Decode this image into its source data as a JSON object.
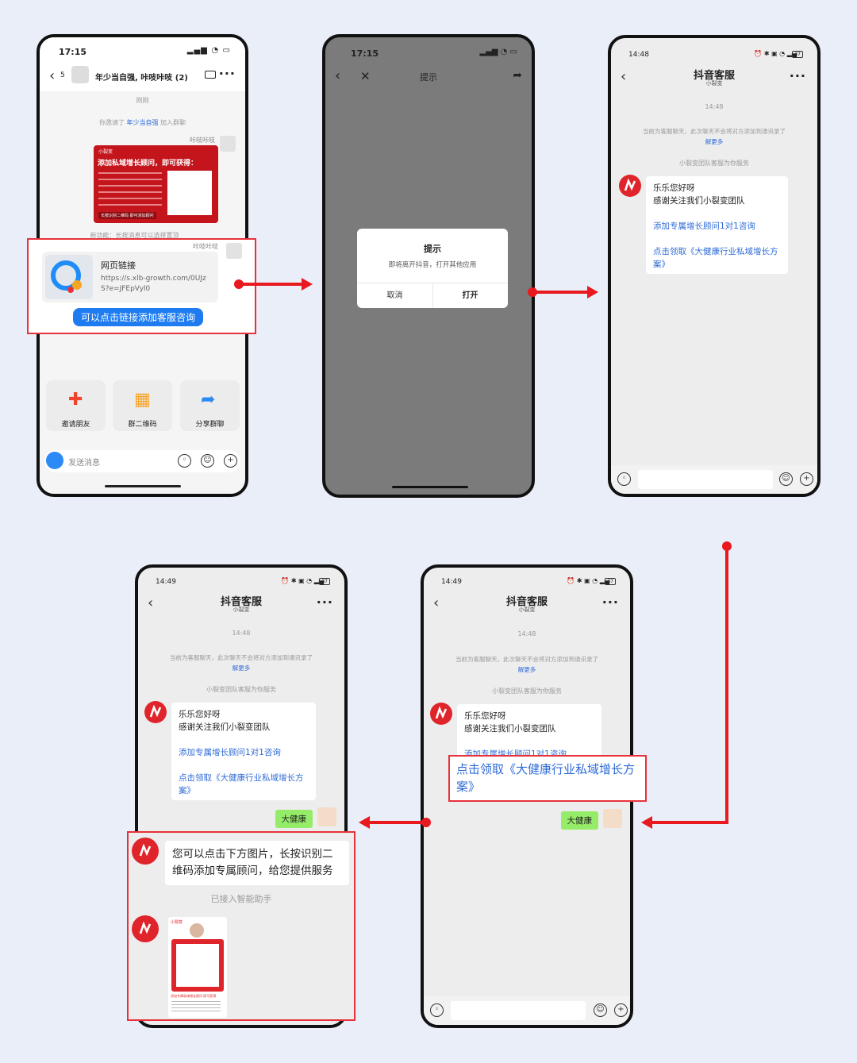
{
  "colors": {
    "accent_red": "#e8191f",
    "link_blue": "#2f6bd6",
    "bg": "#e9eef8"
  },
  "phone1": {
    "time": "17:15",
    "back_count": "5",
    "chat_title": "年少当自强, 咔吱咔吱 (2)",
    "just_now": "刚刚",
    "invite_prefix": "你邀请了",
    "invite_name": "年少当自强",
    "invite_suffix": "加入群聊",
    "sender_name": "咔吱咔吱",
    "poster_brand": "小裂变",
    "poster_title": "添加私域增长顾问，即可获得：",
    "poster_footer": "长按识别二维码  即可添加顾问",
    "new_feature": "新功能：长按消息可以选择置顶",
    "sender_name_2": "咔吱咔吱",
    "card_title": "网页链接",
    "card_url": "https://s.xlb-growth.com/0UJzS?e=JFEpVyl0",
    "callout": "可以点击链接添加客服咨询",
    "actions": [
      "邀请朋友",
      "群二维码",
      "分享群聊"
    ],
    "input_placeholder": "发送消息"
  },
  "phone2": {
    "time": "17:15",
    "nav_title": "提示",
    "dialog_title": "提示",
    "dialog_message": "即将离开抖音，打开其他应用",
    "cancel": "取消",
    "open": "打开"
  },
  "phone3": {
    "time": "14:48",
    "battery": "37",
    "title": "抖音客服",
    "subtitle": "小裂变",
    "timestamp": "14:48",
    "notice_1": "当前为客服聊天，此次聊天不会将对方添加到通讯录了",
    "learn_more": "解更多",
    "service_note": "小裂变团队客服为你服务",
    "greeting_1": "乐乐您好呀",
    "greeting_2": "感谢关注我们小裂变团队",
    "link_1": "添加专属增长顾问1对1咨询",
    "link_2": "点击领取《大健康行业私域增长方案》"
  },
  "phone4": {
    "time": "14:49",
    "battery": "37",
    "title": "抖音客服",
    "subtitle": "小裂变",
    "timestamp": "14:48",
    "notice_1": "当前为客服聊天，此次聊天不会将对方添加到通讯录了",
    "learn_more": "解更多",
    "service_note": "小裂变团队客服为你服务",
    "greeting_1": "乐乐您好呀",
    "greeting_2": "感谢关注我们小裂变团队",
    "link_1": "添加专属增长顾问1对1咨询",
    "link_2": "点击领取《大健康行业私域增长方案》",
    "user_msg": "大健康",
    "reply": "您可以点击下方图片，长按识别二维码添加专属顾问，给您提供服务",
    "assistant_note": "已接入智能助手",
    "poster_name": "小裂变",
    "poster_caption": "添加专属私域增长顾问 即可获得"
  },
  "phone5": {
    "time": "14:49",
    "battery": "37",
    "title": "抖音客服",
    "subtitle": "小裂变",
    "timestamp": "14:48",
    "notice_1": "当前为客服聊天，此次聊天不会将对方添加到通讯录了",
    "learn_more": "解更多",
    "service_note": "小裂变团队客服为你服务",
    "greeting_1": "乐乐您好呀",
    "greeting_2": "感谢关注我们小裂变团队",
    "link_1": "添加专属增长顾问1对1咨询",
    "callout": "点击领取《大健康行业私域增长方案》",
    "user_msg": "大健康"
  }
}
